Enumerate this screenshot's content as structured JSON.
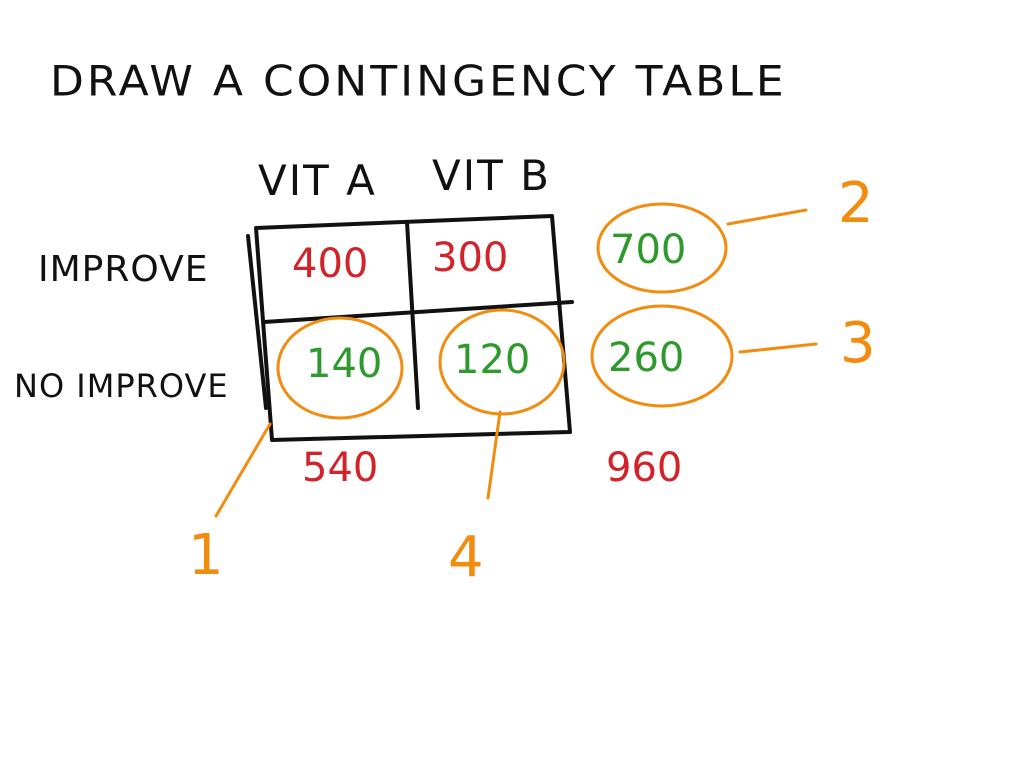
{
  "title": "DRAW A CONTINGENCY TABLE",
  "columns": [
    "VIT A",
    "VIT B"
  ],
  "rows": [
    "IMPROVE",
    "NO IMPROVE"
  ],
  "cells": {
    "improve_vita": "400",
    "improve_vitb": "300",
    "noimprove_vita": "140",
    "noimprove_vitb": "120"
  },
  "row_totals": {
    "improve": "700",
    "noimprove": "260"
  },
  "column_totals": {
    "vita": "540",
    "grand": "960"
  },
  "step_markers": [
    "1",
    "2",
    "3",
    "4"
  ],
  "colors": {
    "ink": "#111111",
    "red": "#d2232a",
    "green": "#2e9a2e",
    "orange": "#f28c0f"
  }
}
